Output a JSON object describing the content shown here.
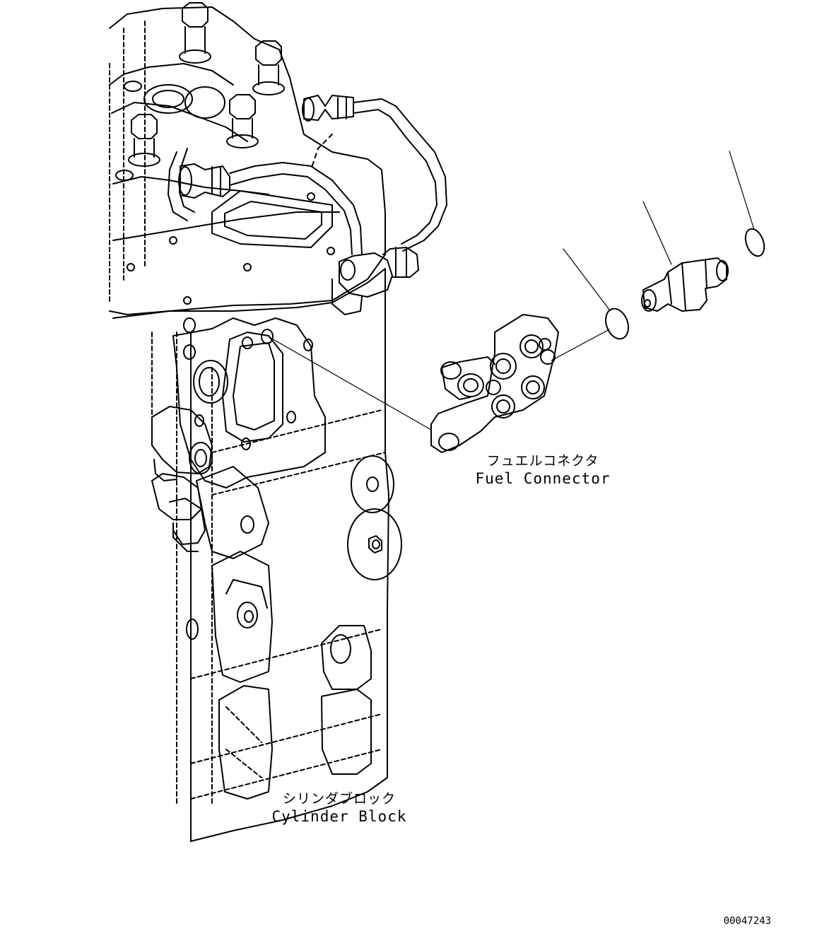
{
  "labels": {
    "fuel_connector_jp": "フュエルコネクタ",
    "fuel_connector_en": "Fuel Connector",
    "cylinder_block_jp": "シリンダブロック",
    "cylinder_block_en": "Cylinder Block"
  },
  "drawing_number": "00047243",
  "colors": {
    "line": "#000000",
    "background": "#ffffff"
  }
}
